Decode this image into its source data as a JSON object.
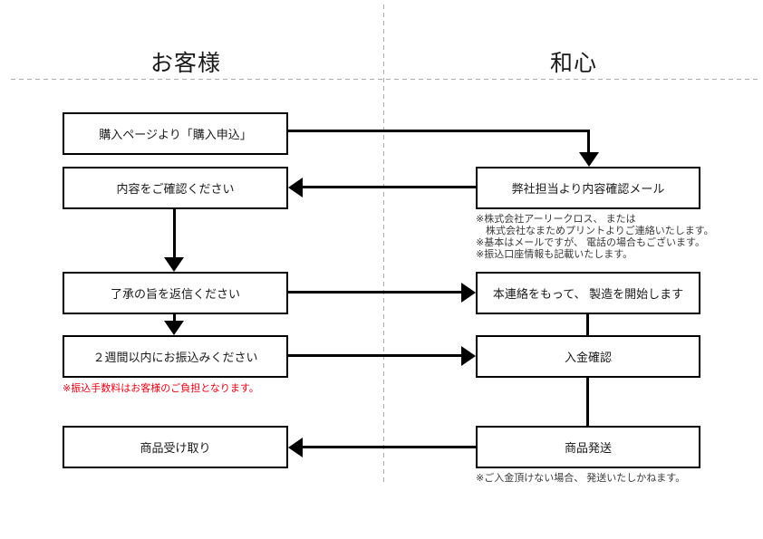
{
  "colors": {
    "box_border": "#000000",
    "box_fill": "#ffffff",
    "arrow": "#000000",
    "note_text": "#3a3a3a",
    "warning_note": "#e60012",
    "divider": "#ababab"
  },
  "lanes": [
    {
      "title": "お客様",
      "boxes": [
        {
          "label": "購入ページより「購入申込」"
        },
        {
          "label": "内容をご確認ください"
        },
        {
          "label": "了承の旨を返信ください"
        },
        {
          "label": "２週間以内にお振込みください",
          "note": "※振込手数料はお客様のご負担となります。"
        },
        {
          "label": "商品受け取り"
        }
      ]
    },
    {
      "title": "和心",
      "boxes": [
        {
          "label": "弊社担当より内容確認メール",
          "notes": [
            "※株式会社アーリークロス、 または",
            "　株式会社なまためプリントよりご連絡いたします。",
            "※基本はメールですが、 電話の場合もございます。",
            "※振込口座情報も記載いたします。"
          ]
        },
        {
          "label": "本連絡をもって、 製造を開始します"
        },
        {
          "label": "入金確認"
        },
        {
          "label": "商品発送",
          "notes": [
            "※ご入金頂けない場合、 発送いたしかねます。"
          ]
        }
      ]
    }
  ]
}
